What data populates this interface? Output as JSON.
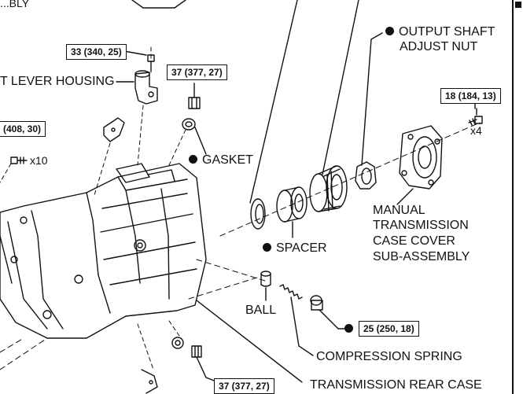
{
  "labels": {
    "top_left_fragment": "...BLY",
    "lever_housing": "T LEVER HOUSING",
    "output_shaft_line1": "OUTPUT SHAFT",
    "output_shaft_line2": "ADJUST NUT",
    "gasket": "GASKET",
    "spacer": "SPACER",
    "manual_line1": "MANUAL",
    "manual_line2": "TRANSMISSION",
    "manual_line3": "CASE COVER",
    "manual_line4": "SUB-ASSEMBLY",
    "ball": "BALL",
    "compression_spring": "COMPRESSION SPRING",
    "transmission_rear_case": "TRANSMISSION REAR CASE"
  },
  "torques": {
    "t1": "33 (340, 25)",
    "t2": "37 (377, 27)",
    "t3": "18 (184, 13)",
    "t4": "(408, 30)",
    "t5": "25 (250, 18)",
    "t6": "37 (377, 27)"
  },
  "quantities": {
    "q1": "x4",
    "q2": "x10"
  }
}
